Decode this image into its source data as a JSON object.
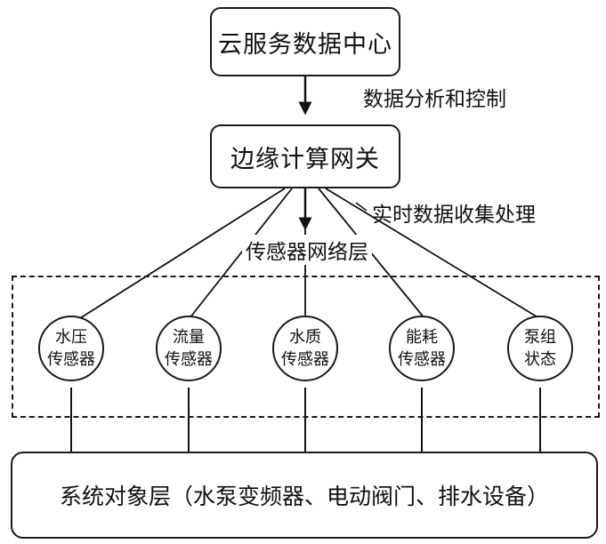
{
  "nodes": {
    "cloud": "云服务数据中心",
    "gateway": "边缘计算网关",
    "system": "系统对象层（水泵变频器、电动阀门、排水设备）"
  },
  "edges": {
    "cloud_gateway": "数据分析和控制",
    "gateway_sensors": "实时数据收集处理",
    "sensor_layer": "传感器网络层"
  },
  "sensors": [
    {
      "line1": "水压",
      "line2": "传感器"
    },
    {
      "line1": "流量",
      "line2": "传感器"
    },
    {
      "line1": "水质",
      "line2": "传感器"
    },
    {
      "line1": "能耗",
      "line2": "传感器"
    },
    {
      "line1": "泵组",
      "line2": "状态"
    }
  ]
}
